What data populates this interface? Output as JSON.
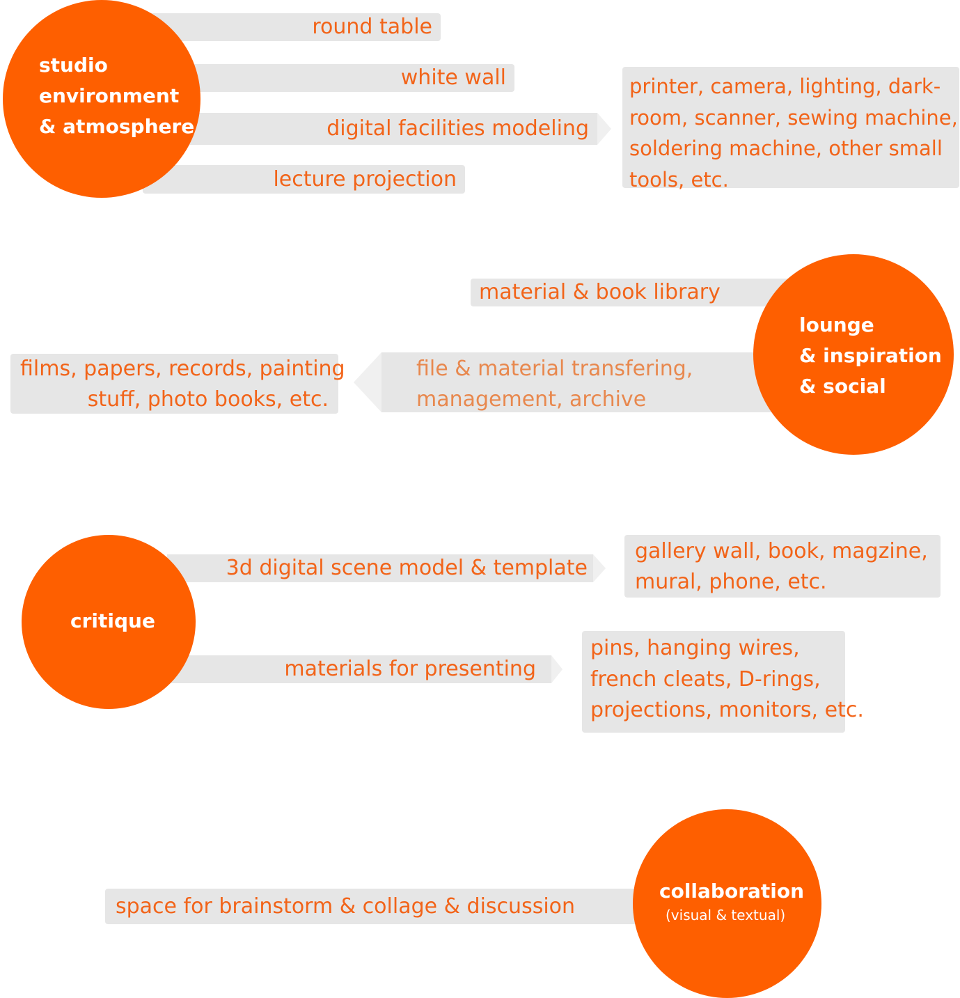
{
  "hubs": {
    "studio": "studio\nenvironment\n& atmosphere",
    "lounge": "lounge\n& inspiration\n& social",
    "critique": "critique",
    "collaboration": "collaboration",
    "collaboration_sub": "(visual & textual)"
  },
  "studio": {
    "round_table": "round table",
    "white_wall": "white wall",
    "digital_facilities": "digital facilities modeling",
    "lecture_projection": "lecture projection",
    "facilities_detail": "printer, camera, lighting, dark-\nroom, scanner, sewing machine,\nsoldering machine, other small\ntools, etc."
  },
  "lounge": {
    "library": "material & book library",
    "transfer": "file & material transfering,\nmanagement, archive",
    "library_detail": "films, papers, records, painting\nstuff, photo books, etc."
  },
  "critique": {
    "scene_model": "3d digital scene model & template",
    "scene_detail": "gallery wall, book, magzine,\nmural, phone, etc.",
    "presenting": "materials for presenting",
    "presenting_detail": "pins, hanging wires,\nfrench cleats, D-rings,\nprojections, monitors, etc."
  },
  "collaboration": {
    "space": "space for brainstorm & collage & discussion"
  },
  "colors": {
    "accent": "#fe5f00",
    "text": "#f26419",
    "muted_text": "#e8884e",
    "panel": "#e6e6e6",
    "arrow": "#f0f0f0"
  }
}
